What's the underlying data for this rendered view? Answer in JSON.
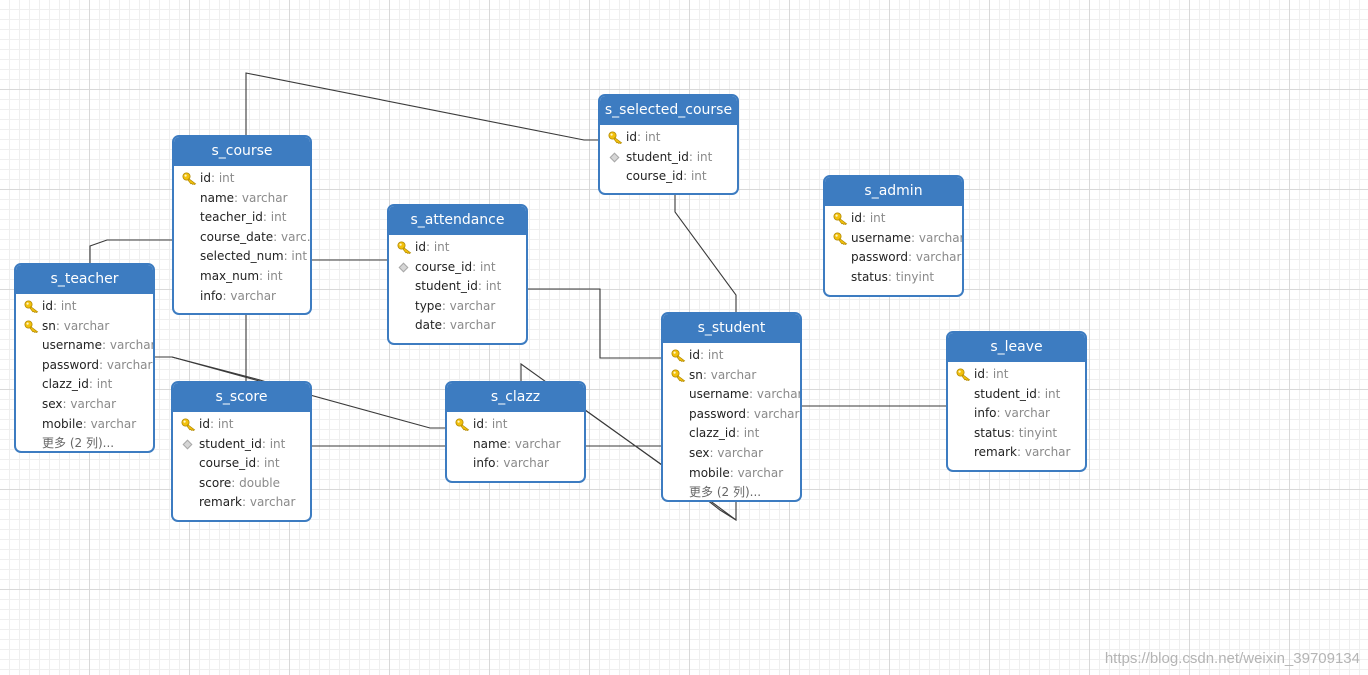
{
  "entities": [
    {
      "id": "s_course",
      "title": "s_course",
      "fields": [
        {
          "name": "id",
          "type": "int",
          "key": "pk"
        },
        {
          "name": "name",
          "type": "varchar"
        },
        {
          "name": "teacher_id",
          "type": "int"
        },
        {
          "name": "course_date",
          "type": "varc..."
        },
        {
          "name": "selected_num",
          "type": "int"
        },
        {
          "name": "max_num",
          "type": "int"
        },
        {
          "name": "info",
          "type": "varchar"
        }
      ]
    },
    {
      "id": "s_selected_course",
      "title": "s_selected_course",
      "fields": [
        {
          "name": "id",
          "type": "int",
          "key": "pk"
        },
        {
          "name": "student_id",
          "type": "int",
          "key": "fk"
        },
        {
          "name": "course_id",
          "type": "int"
        }
      ]
    },
    {
      "id": "s_admin",
      "title": "s_admin",
      "fields": [
        {
          "name": "id",
          "type": "int",
          "key": "pk"
        },
        {
          "name": "username",
          "type": "varchar",
          "key": "pk"
        },
        {
          "name": "password",
          "type": "varchar"
        },
        {
          "name": "status",
          "type": "tinyint"
        }
      ]
    },
    {
      "id": "s_attendance",
      "title": "s_attendance",
      "fields": [
        {
          "name": "id",
          "type": "int",
          "key": "pk"
        },
        {
          "name": "course_id",
          "type": "int",
          "key": "fk"
        },
        {
          "name": "student_id",
          "type": "int"
        },
        {
          "name": "type",
          "type": "varchar"
        },
        {
          "name": "date",
          "type": "varchar"
        }
      ]
    },
    {
      "id": "s_teacher",
      "title": "s_teacher",
      "fields": [
        {
          "name": "id",
          "type": "int",
          "key": "pk"
        },
        {
          "name": "sn",
          "type": "varchar",
          "key": "pk"
        },
        {
          "name": "username",
          "type": "varchar"
        },
        {
          "name": "password",
          "type": "varchar"
        },
        {
          "name": "clazz_id",
          "type": "int"
        },
        {
          "name": "sex",
          "type": "varchar"
        },
        {
          "name": "mobile",
          "type": "varchar"
        }
      ],
      "more": "更多 (2 列)..."
    },
    {
      "id": "s_student",
      "title": "s_student",
      "fields": [
        {
          "name": "id",
          "type": "int",
          "key": "pk"
        },
        {
          "name": "sn",
          "type": "varchar",
          "key": "pk"
        },
        {
          "name": "username",
          "type": "varchar"
        },
        {
          "name": "password",
          "type": "varchar"
        },
        {
          "name": "clazz_id",
          "type": "int"
        },
        {
          "name": "sex",
          "type": "varchar"
        },
        {
          "name": "mobile",
          "type": "varchar"
        }
      ],
      "more": "更多 (2 列)..."
    },
    {
      "id": "s_leave",
      "title": "s_leave",
      "fields": [
        {
          "name": "id",
          "type": "int",
          "key": "pk"
        },
        {
          "name": "student_id",
          "type": "int"
        },
        {
          "name": "info",
          "type": "varchar"
        },
        {
          "name": "status",
          "type": "tinyint"
        },
        {
          "name": "remark",
          "type": "varchar"
        }
      ]
    },
    {
      "id": "s_score",
      "title": "s_score",
      "fields": [
        {
          "name": "id",
          "type": "int",
          "key": "pk"
        },
        {
          "name": "student_id",
          "type": "int",
          "key": "fk"
        },
        {
          "name": "course_id",
          "type": "int"
        },
        {
          "name": "score",
          "type": "double"
        },
        {
          "name": "remark",
          "type": "varchar"
        }
      ]
    },
    {
      "id": "s_clazz",
      "title": "s_clazz",
      "fields": [
        {
          "name": "id",
          "type": "int",
          "key": "pk"
        },
        {
          "name": "name",
          "type": "varchar"
        },
        {
          "name": "info",
          "type": "varchar"
        }
      ]
    }
  ],
  "relationships": [
    {
      "from": "s_course",
      "to": "s_selected_course"
    },
    {
      "from": "s_course",
      "to": "s_attendance"
    },
    {
      "from": "s_course",
      "to": "s_teacher"
    },
    {
      "from": "s_course",
      "to": "s_score"
    },
    {
      "from": "s_selected_course",
      "to": "s_student"
    },
    {
      "from": "s_attendance",
      "to": "s_student"
    },
    {
      "from": "s_teacher",
      "to": "s_clazz"
    },
    {
      "from": "s_score",
      "to": "s_student"
    },
    {
      "from": "s_clazz",
      "to": "s_student"
    },
    {
      "from": "s_student",
      "to": "s_leave"
    }
  ],
  "watermark": "https://blog.csdn.net/weixin_39709134",
  "colors": {
    "header": "#3d7cc1",
    "border": "#3d7cc1",
    "type_text": "#8a8a8a",
    "connector": "#333333",
    "key_icon": "#e8b400"
  }
}
